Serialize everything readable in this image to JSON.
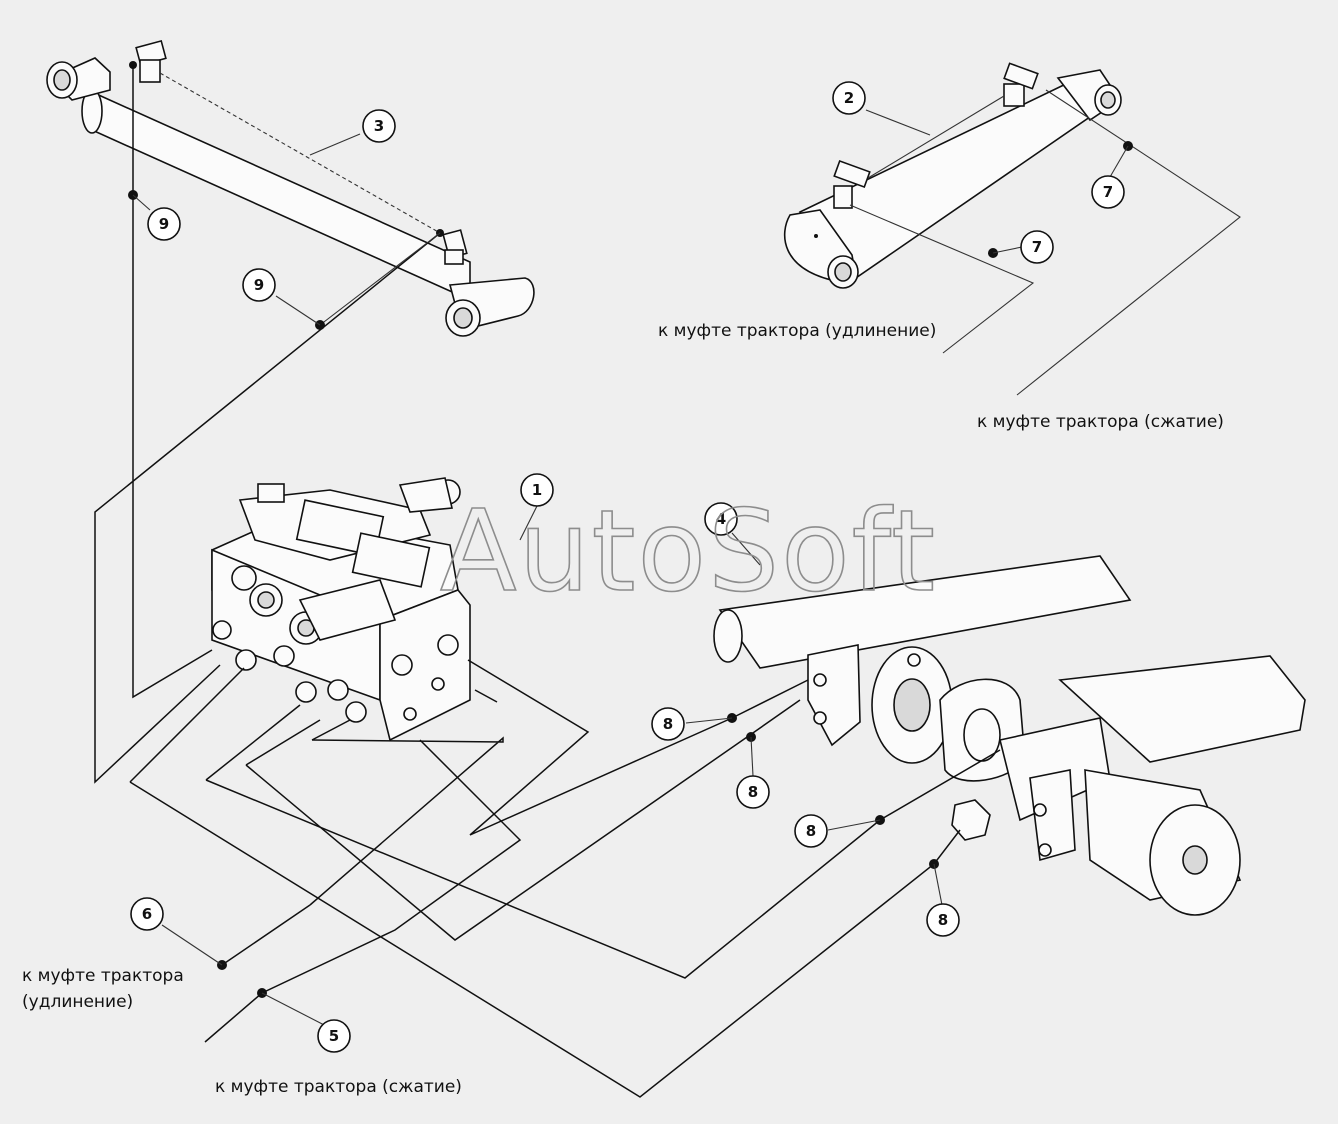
{
  "watermark": "AutoSoft",
  "callouts": [
    {
      "id": "c1",
      "num": "1"
    },
    {
      "id": "c2",
      "num": "2"
    },
    {
      "id": "c3",
      "num": "3"
    },
    {
      "id": "c4",
      "num": "4"
    },
    {
      "id": "c5",
      "num": "5"
    },
    {
      "id": "c6",
      "num": "6"
    },
    {
      "id": "c7a",
      "num": "7"
    },
    {
      "id": "c7b",
      "num": "7"
    },
    {
      "id": "c8a",
      "num": "8"
    },
    {
      "id": "c8b",
      "num": "8"
    },
    {
      "id": "c8c",
      "num": "8"
    },
    {
      "id": "c8d",
      "num": "8"
    },
    {
      "id": "c9a",
      "num": "9"
    },
    {
      "id": "c9b",
      "num": "9"
    }
  ],
  "captions": {
    "right_extension": "к муфте трактора (удлинение)",
    "right_compression": "к муфте трактора (сжатие)",
    "left_extension_line1": "к муфте трактора",
    "left_extension_line2": "(удлинение)",
    "bottom_compression": "к муфте трактора (сжатие)"
  },
  "colors": {
    "background": "#efefef",
    "ink": "#111111",
    "watermark": "#8d8d8d"
  }
}
